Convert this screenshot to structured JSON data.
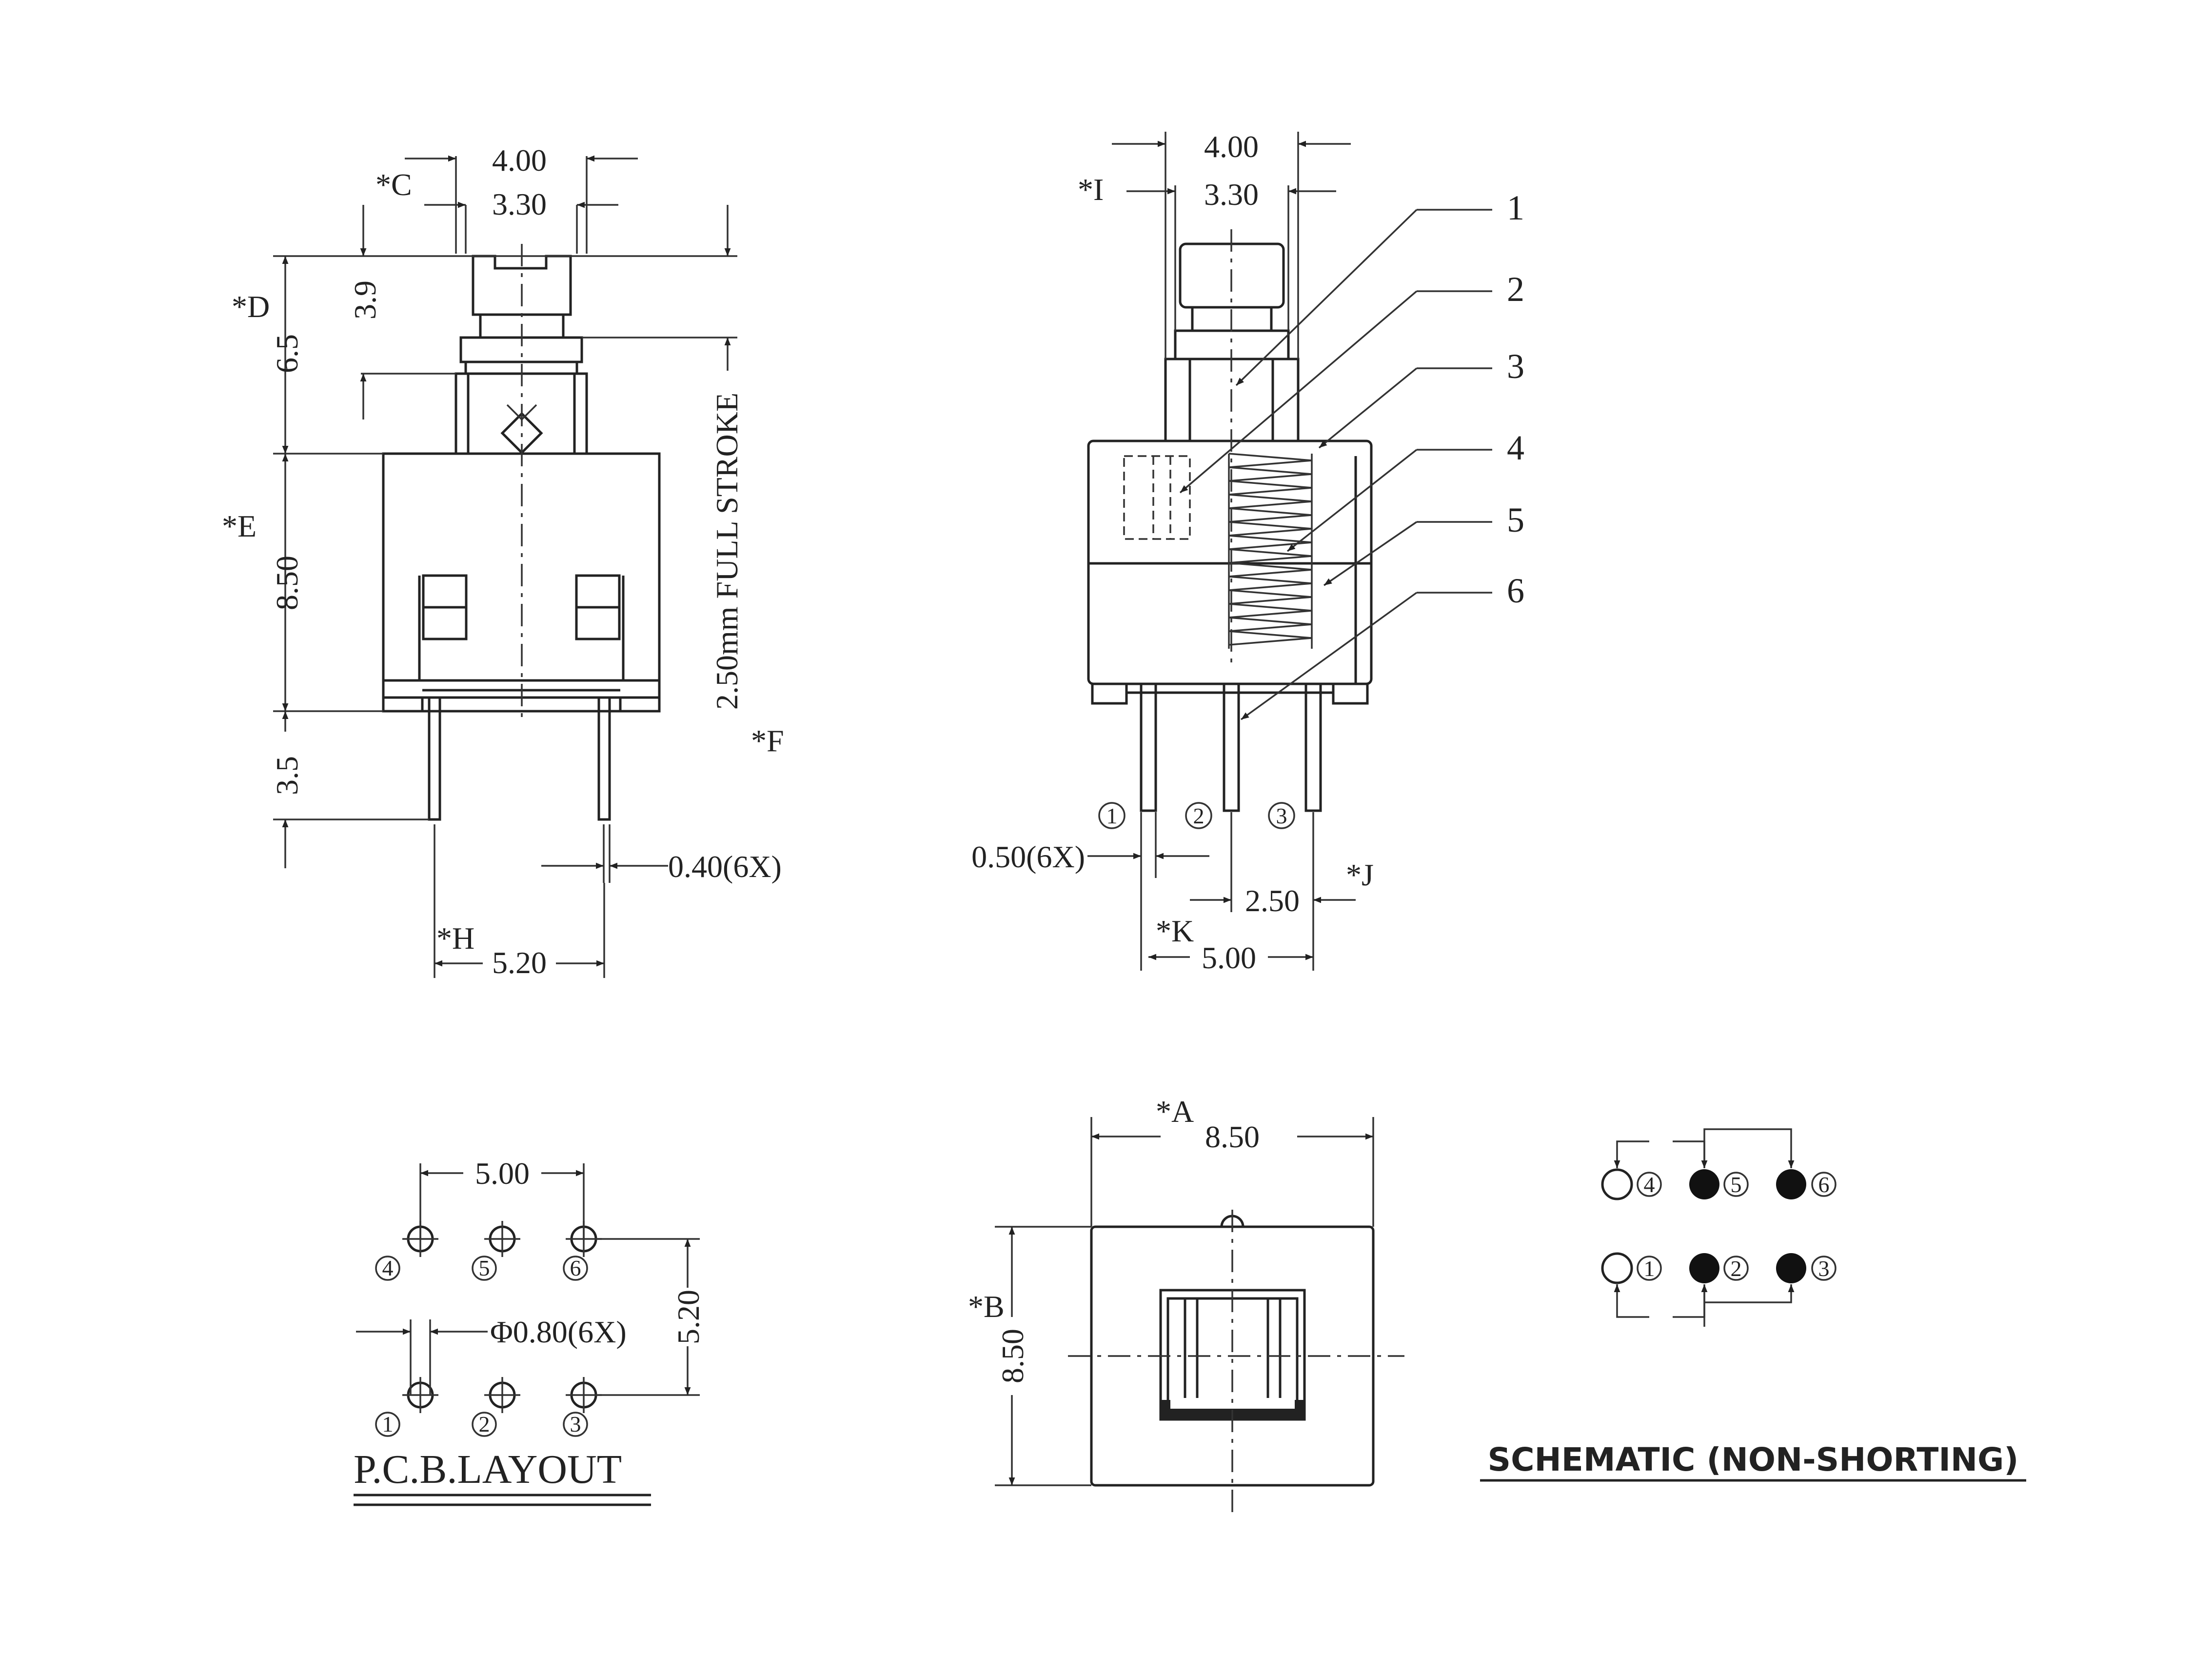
{
  "side_view": {
    "dims": {
      "w_outer": "4.00",
      "w_inner": "3.30",
      "C": "*C",
      "D": "*D",
      "h_39": "3.9",
      "h_65": "6.5",
      "E": "*E",
      "h_850": "8.50",
      "stroke": "2.50mm  FULL STROKE",
      "F": "*F",
      "h_35": "3.5",
      "pin_w": "0.40(6X)",
      "H": "*H",
      "pitch": "5.20"
    }
  },
  "front_view": {
    "dims": {
      "w_outer": "4.00",
      "w_inner": "3.30",
      "I": "*I",
      "pin_w": "0.50(6X)",
      "J": "*J",
      "pitch": "2.50",
      "K": "*K",
      "span": "5.00"
    },
    "callouts": [
      "1",
      "2",
      "3",
      "4",
      "5",
      "6"
    ],
    "pins": [
      "1",
      "2",
      "3"
    ]
  },
  "pcb_layout": {
    "title": "P.C.B.LAYOUT",
    "pitch_x": "5.00",
    "pitch_y": "5.20",
    "hole": "Φ0.80(6X)",
    "top_row": [
      "4",
      "5",
      "6"
    ],
    "bottom_row": [
      "1",
      "2",
      "3"
    ]
  },
  "top_view": {
    "A": "*A",
    "width": "8.50",
    "B": "*B",
    "height": "8.50"
  },
  "schematic": {
    "title": "SCHEMATIC (NON-SHORTING)",
    "top_row": [
      "4",
      "5",
      "6"
    ],
    "bottom_row": [
      "1",
      "2",
      "3"
    ]
  }
}
